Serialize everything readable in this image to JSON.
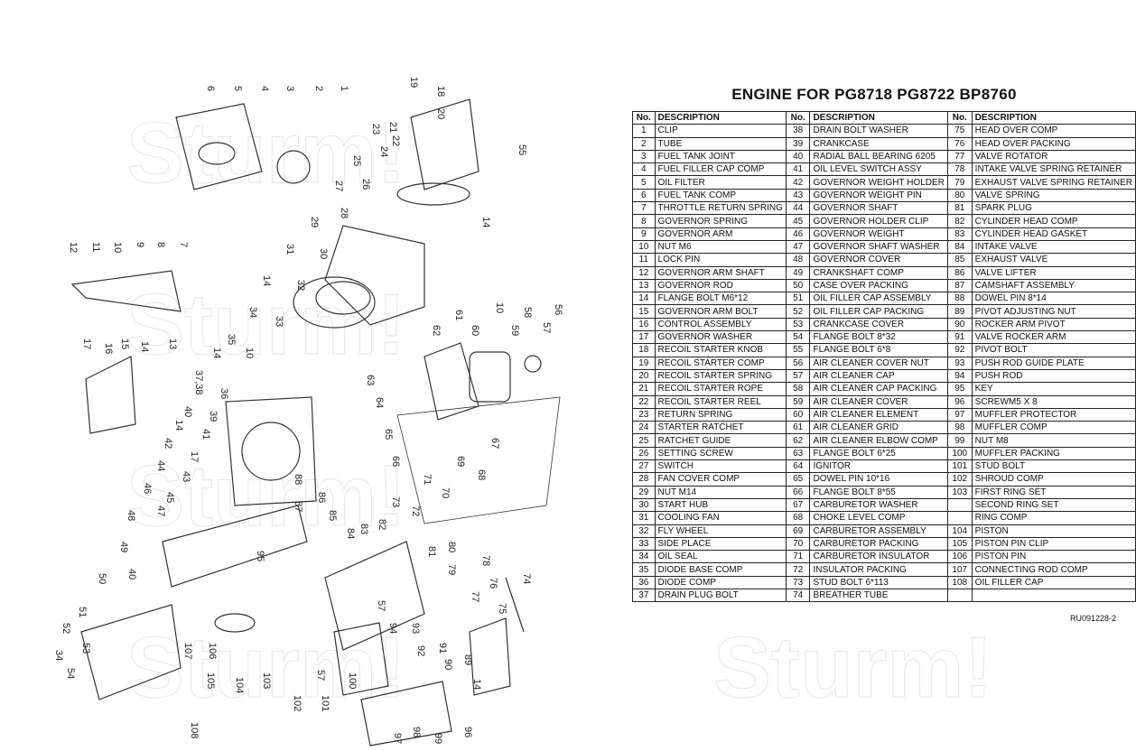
{
  "title": "ENGINE FOR PG8718   PG8722  BP8760",
  "watermark": "Sturm!",
  "doc_code": "RU091228-2",
  "table": {
    "headers": [
      "No.",
      "DESCRIPTION",
      "No.",
      "DESCRIPTION",
      "No.",
      "DESCRIPTION"
    ],
    "rows": [
      [
        "1",
        "CLIP",
        "38",
        "DRAIN BOLT WASHER",
        "75",
        "HEAD OVER COMP"
      ],
      [
        "2",
        "TUBE",
        "39",
        "CRANKCASE",
        "76",
        "HEAD OVER PACKING"
      ],
      [
        "3",
        "FUEL TANK JOINT",
        "40",
        "RADIAL BALL BEARING 6205",
        "77",
        "VALVE ROTATOR"
      ],
      [
        "4",
        "FUEL FILLER CAP COMP",
        "41",
        "OIL LEVEL SWITCH ASSY",
        "78",
        "INTAKE VALVE SPRING RETAINER"
      ],
      [
        "5",
        "OIL FILTER",
        "42",
        "GOVERNOR WEIGHT HOLDER",
        "79",
        "EXHAUST VALVE SPRING RETAINER"
      ],
      [
        "6",
        "FUEL TANK COMP",
        "43",
        "GOVERNOR WEIGHT PIN",
        "80",
        "VALVE SPRING"
      ],
      [
        "7",
        "THROTTLE RETURN SPRING",
        "44",
        "GOVERNOR SHAFT",
        "81",
        "SPARK PLUG"
      ],
      [
        "8",
        "GOVERNOR SPRING",
        "45",
        "GOVERNOR HOLDER CLIP",
        "82",
        "CYLINDER HEAD COMP"
      ],
      [
        "9",
        "GOVERNOR ARM",
        "46",
        "GOVERNOR WEIGHT",
        "83",
        "CYLINDER HEAD GASKET"
      ],
      [
        "10",
        "NUT M6",
        "47",
        "GOVERNOR SHAFT WASHER",
        "84",
        "INTAKE VALVE"
      ],
      [
        "11",
        "LOCK PIN",
        "48",
        "GOVERNOR COVER",
        "85",
        "EXHAUST VALVE"
      ],
      [
        "12",
        "GOVERNOR ARM SHAFT",
        "49",
        "CRANKSHAFT COMP",
        "86",
        "VALVE LIFTER"
      ],
      [
        "13",
        "GOVERNOR ROD",
        "50",
        "CASE OVER PACKING",
        "87",
        "CAMSHAFT ASSEMBLY"
      ],
      [
        "14",
        "FLANGE BOLT M6*12",
        "51",
        "OIL FILLER CAP ASSEMBLY",
        "88",
        "DOWEL PIN 8*14"
      ],
      [
        "15",
        "GOVERNOR ARM BOLT",
        "52",
        "OIL FILLER CAP PACKING",
        "89",
        "PIVOT ADJUSTING NUT"
      ],
      [
        "16",
        "CONTROL ASSEMBLY",
        "53",
        "CRANKCASE COVER",
        "90",
        "ROCKER ARM PIVOT"
      ],
      [
        "17",
        "GOVERNOR WASHER",
        "54",
        "FLANGE BOLT 8*32",
        "91",
        "VALVE ROCKER ARM"
      ],
      [
        "18",
        "RECOIL STARTER KNOB",
        "55",
        "FLANGE BOLT 6*8",
        "92",
        "PIVOT BOLT"
      ],
      [
        "19",
        "RECOIL STARTER COMP",
        "56",
        "AIR CLEANER COVER NUT",
        "93",
        "PUSH ROD GUIDE PLATE"
      ],
      [
        "20",
        "RECOIL STARTER SPRING",
        "57",
        "AIR CLEANER CAP",
        "94",
        "PUSH ROD"
      ],
      [
        "21",
        "RECOIL STARTER ROPE",
        "58",
        "AIR CLEANER CAP PACKING",
        "95",
        "KEY"
      ],
      [
        "22",
        "RECOIL STARTER REEL",
        "59",
        "AIR CLEANER COVER",
        "96",
        "SCREWM5 X 8"
      ],
      [
        "23",
        "RETURN SPRING",
        "60",
        "AIR CLEANER ELEMENT",
        "97",
        "MUFFLER PROTECTOR"
      ],
      [
        "24",
        "STARTER RATCHET",
        "61",
        "AIR CLEANER GRID",
        "98",
        "MUFFLER COMP"
      ],
      [
        "25",
        "RATCHET GUIDE",
        "62",
        "AIR CLEANER ELBOW COMP",
        "99",
        "NUT M8"
      ],
      [
        "26",
        "SETTING SCREW",
        "63",
        "FLANGE BOLT 6*25",
        "100",
        "MUFFLER PACKING"
      ],
      [
        "27",
        "SWITCH",
        "64",
        "IGNITOR",
        "101",
        "STUD BOLT"
      ],
      [
        "28",
        "FAN COVER COMP",
        "65",
        "DOWEL PIN 10*16",
        "102",
        "SHROUD COMP"
      ],
      [
        "29",
        "NUT M14",
        "66",
        "FLANGE BOLT 8*55",
        "103",
        "FIRST RING SET"
      ],
      [
        "30",
        "START HUB",
        "67",
        "CARBURETOR WASHER",
        "",
        "SECOND RING SET"
      ],
      [
        "31",
        "COOLING FAN",
        "68",
        "CHOKE LEVEL COMP",
        "",
        "RING COMP"
      ],
      [
        "32",
        "FLY WHEEL",
        "69",
        "CARBURETOR ASSEMBLY",
        "104",
        "PISTON"
      ],
      [
        "33",
        "SIDE PLACE",
        "70",
        "CARBURETOR PACKING",
        "105",
        "PISTON PIN CLIP"
      ],
      [
        "34",
        "OIL SEAL",
        "71",
        "CARBURETOR INSULATOR",
        "106",
        "PISTON PIN"
      ],
      [
        "35",
        "DIODE BASE COMP",
        "72",
        "INSULATOR PACKING",
        "107",
        "CONNECTING ROD COMP"
      ],
      [
        "36",
        "DIODE COMP",
        "73",
        "STUD BOLT 6*113",
        "108",
        "OIL FILLER CAP"
      ],
      [
        "37",
        "DRAIN PLUG BOLT",
        "74",
        "BREATHER TUBE",
        "",
        ""
      ]
    ]
  },
  "diagram": {
    "callouts": [
      "1",
      "2",
      "3",
      "4",
      "5",
      "6",
      "19",
      "18",
      "55",
      "20",
      "21",
      "22",
      "23",
      "24",
      "25",
      "26",
      "27",
      "28",
      "29",
      "30",
      "31",
      "14",
      "12",
      "11",
      "10",
      "9",
      "8",
      "7",
      "17",
      "15",
      "13",
      "16",
      "14",
      "14",
      "32",
      "34",
      "33",
      "35",
      "14",
      "10",
      "37,38",
      "36",
      "63",
      "64",
      "65",
      "66",
      "62",
      "61",
      "60",
      "10",
      "59",
      "58",
      "57",
      "56",
      "67",
      "68",
      "69",
      "71",
      "70",
      "73",
      "72",
      "40",
      "39",
      "41",
      "14",
      "42",
      "17",
      "43",
      "44",
      "45",
      "46",
      "47",
      "48",
      "49",
      "88",
      "87",
      "86",
      "85",
      "84",
      "83",
      "82",
      "81",
      "80",
      "79",
      "78",
      "77",
      "76",
      "75",
      "74",
      "95",
      "40",
      "50",
      "51",
      "52",
      "53",
      "34",
      "54",
      "107",
      "106",
      "105",
      "104",
      "103",
      "57",
      "94",
      "93",
      "92",
      "91",
      "90",
      "89",
      "14",
      "102",
      "101",
      "100",
      "57",
      "108",
      "96",
      "98",
      "97",
      "99"
    ]
  }
}
